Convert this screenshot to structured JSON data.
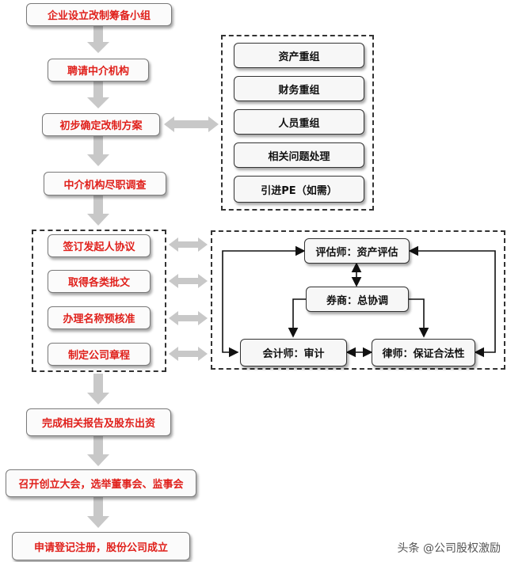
{
  "flow": {
    "step1": "企业设立改制筹备小组",
    "step2": "聘请中介机构",
    "step3": "初步确定改制方案",
    "step4": "中介机构尽职调查",
    "group": [
      "签订发起人协议",
      "取得各类批文",
      "办理名称预核准",
      "制定公司章程"
    ],
    "step5": "完成相关报告及股东出资",
    "step6": "召开创立大会，选举董事会、监事会",
    "step7": "申请登记注册，股份公司成立"
  },
  "restructure": {
    "items": [
      "资产重组",
      "财务重组",
      "人员重组",
      "相关问题处理",
      "引进PE（如需）"
    ]
  },
  "agencies": {
    "appraiser": "评估师：资产评估",
    "broker": "券商：总协调",
    "accountant": "会计师：审计",
    "lawyer": "律师：保证合法性"
  },
  "watermark": "头条 @公司股权激励"
}
